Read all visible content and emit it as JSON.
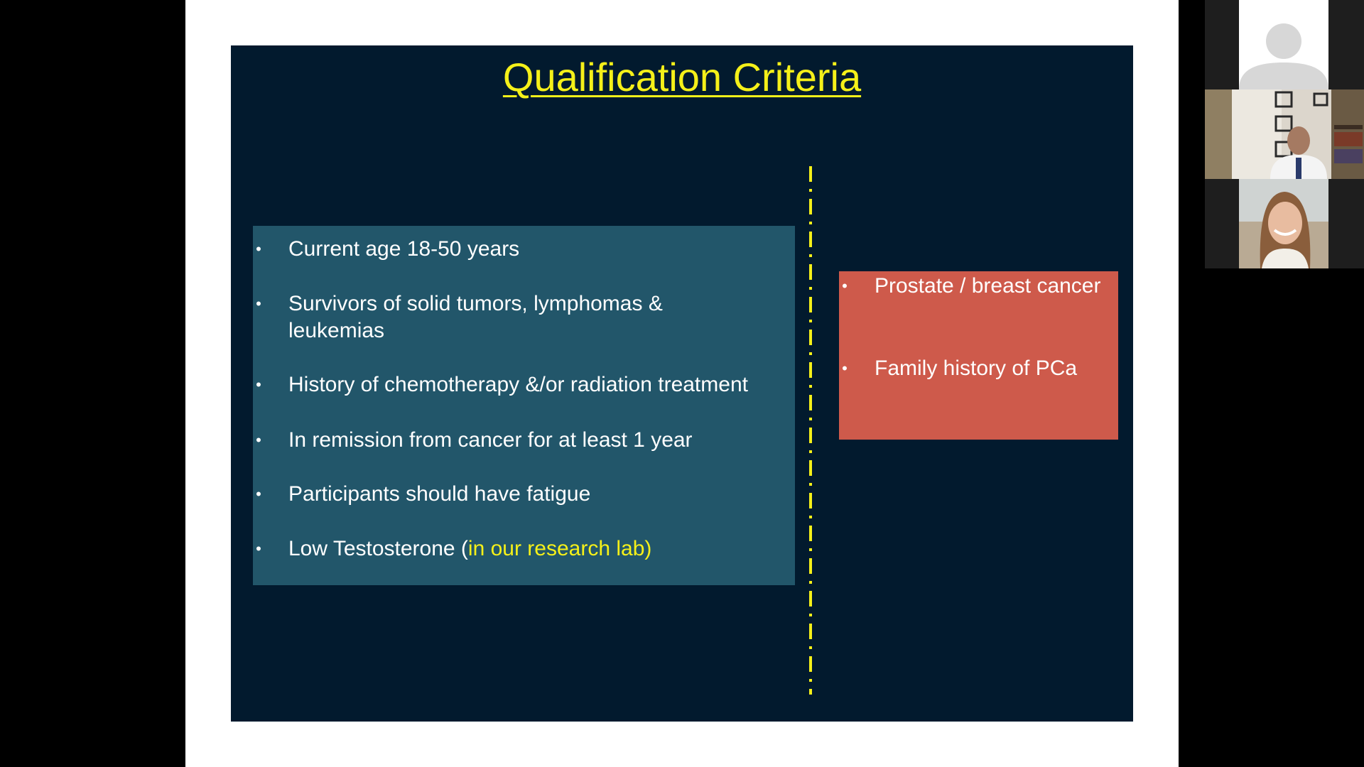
{
  "slide": {
    "title": "Qualification Criteria",
    "left_criteria": [
      {
        "text": "Current age 18-50 years",
        "highlight": ""
      },
      {
        "text": "Survivors of solid tumors,  lymphomas & leukemias",
        "highlight": ""
      },
      {
        "text": "History of chemotherapy &/or radiation treatment",
        "highlight": ""
      },
      {
        "text": "In remission from cancer for at least 1 year",
        "highlight": ""
      },
      {
        "text": "Participants should have fatigue",
        "highlight": ""
      },
      {
        "text": "Low Testosterone (",
        "highlight": "in our research lab)"
      }
    ],
    "right_criteria": [
      {
        "text": "Prostate / breast cancer"
      },
      {
        "text": "Family history of PCa"
      }
    ],
    "bullet_char": "•"
  },
  "participants": [
    {
      "kind": "avatar-placeholder"
    },
    {
      "kind": "video"
    },
    {
      "kind": "video"
    }
  ],
  "colors": {
    "slide_bg": "#021a2e",
    "title": "#f5f019",
    "left_box": "#22566a",
    "right_box": "#ce5a4b",
    "divider": "#f5f019",
    "highlight": "#f5f019"
  }
}
